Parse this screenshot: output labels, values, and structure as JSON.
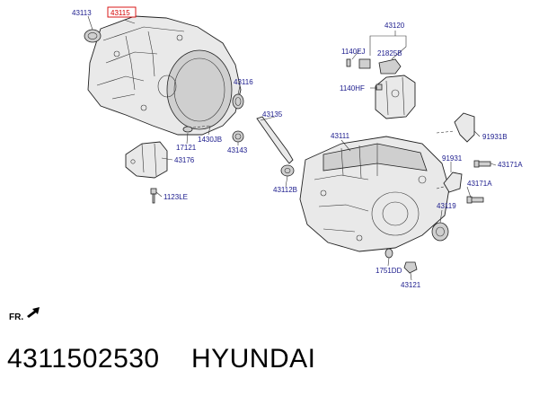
{
  "labels": {
    "l43113": "43113",
    "l43115": "43115",
    "l43116": "43116",
    "l43135": "43135",
    "l17121": "17121",
    "l1430JB": "1430JB",
    "l43143": "43143",
    "l43176": "43176",
    "l1123LE": "1123LE",
    "l43120": "43120",
    "l1140EJ": "1140EJ",
    "l21825B": "21825B",
    "l1140HF": "1140HF",
    "l43111": "43111",
    "l91931B": "91931B",
    "l91931": "91931",
    "l43171A_1": "43171A",
    "l43171A_2": "43171A",
    "l43112B": "43112B",
    "l43119": "43119",
    "l1751DD": "1751DD",
    "l43121": "43121"
  },
  "fr_label": "FR.",
  "footer": {
    "part_number": "4311502530",
    "brand": "HYUNDAI"
  },
  "highlight_color": "#d40000",
  "label_color": "#1a1a8c"
}
